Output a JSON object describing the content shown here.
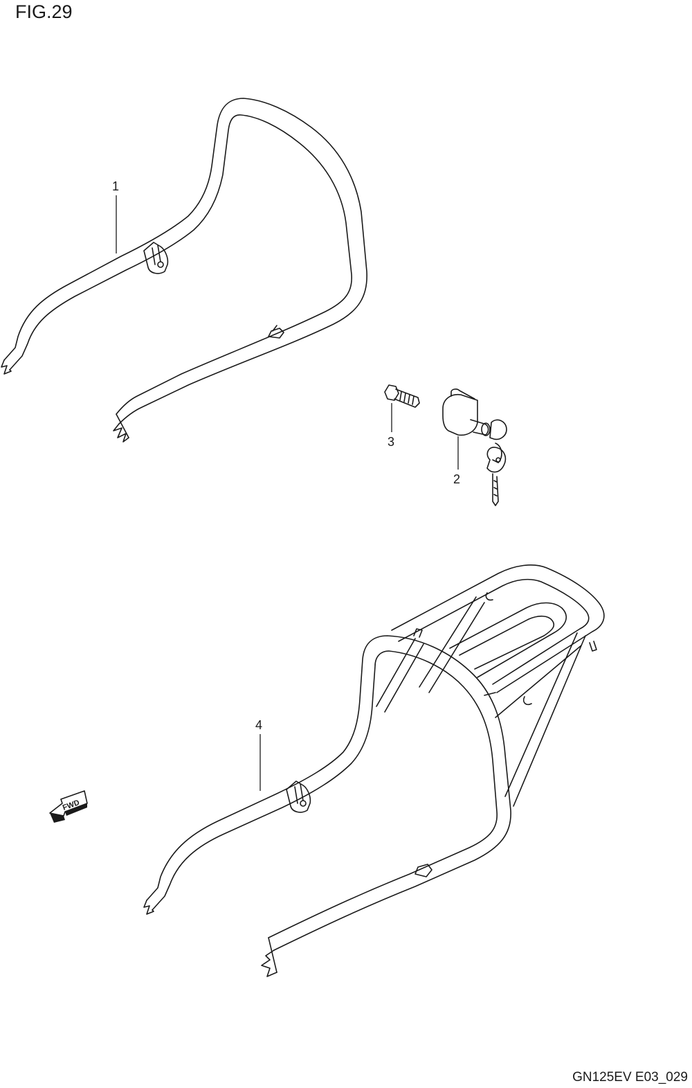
{
  "figure": {
    "title": "FIG.29",
    "code": "GN125EV E03_029"
  },
  "callouts": [
    {
      "id": "1",
      "label": "1"
    },
    {
      "id": "2",
      "label": "2"
    },
    {
      "id": "3",
      "label": "3"
    },
    {
      "id": "4",
      "label": "4"
    }
  ],
  "direction": {
    "label": "FWD",
    "icon": "fwd-arrow-icon"
  }
}
